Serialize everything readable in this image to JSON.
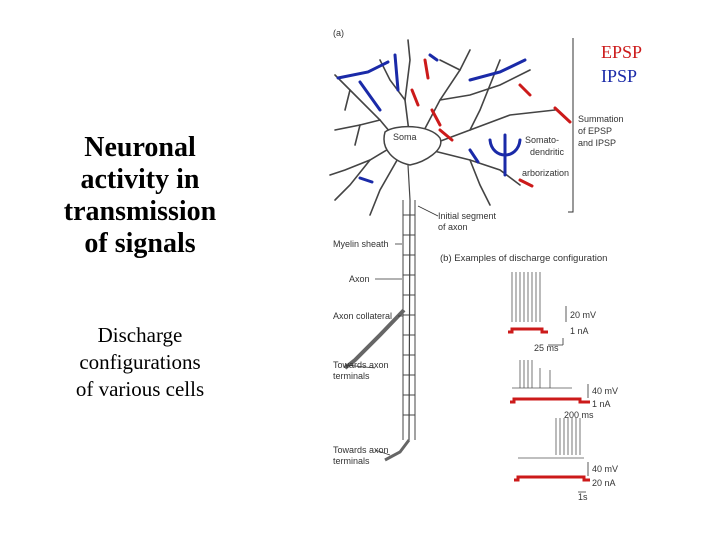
{
  "left": {
    "title_lines": [
      "Neuronal",
      "activity in",
      "transmission",
      "of signals"
    ],
    "sub_lines": [
      "Discharge",
      "configurations",
      "of various cells"
    ]
  },
  "legend": {
    "epsp": "EPSP",
    "ipsp": "IPSP"
  },
  "colors": {
    "excitatory": "#cc1a1a",
    "inhibitory": "#1a2aa8",
    "line": "#333333"
  },
  "diagram": {
    "panel_a": "(a)",
    "soma": "Soma",
    "summation": [
      "Summation",
      "of EPSP",
      "and IPSP"
    ],
    "somatodendritic": [
      "Somato-",
      "dendritic",
      "arborization"
    ],
    "initial_segment": [
      "Initial segment",
      "of axon"
    ],
    "myelin": "Myelin sheath",
    "axon": "Axon",
    "axon_collateral": "Axon collateral",
    "towards1": [
      "Towards axon",
      "terminals"
    ],
    "towards2": [
      "Towards axon",
      "terminals"
    ],
    "panel_b": "(b)  Examples of discharge configuration",
    "trace1": {
      "v": "20 mV",
      "i": "1 nA",
      "t": "25 ms"
    },
    "trace2": {
      "v": "40 mV",
      "i": "1 nA",
      "t": "200 ms"
    },
    "trace3": {
      "v": "40 mV",
      "i": "20 nA",
      "t": "1s"
    }
  }
}
